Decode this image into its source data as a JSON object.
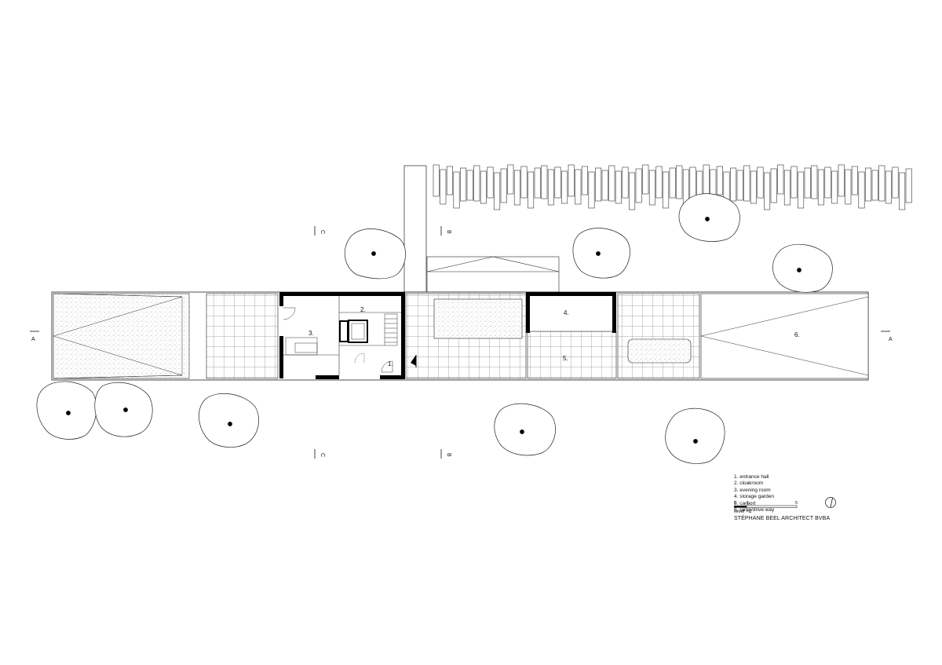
{
  "rooms": {
    "r1": "1.",
    "r2": "2.",
    "r3": "3.",
    "r4": "4.",
    "r5": "5.",
    "r6": "6."
  },
  "sections": {
    "a": "A",
    "b": "B",
    "c": "C"
  },
  "legend": [
    "1. entrance hall",
    "2. cloakroom",
    "3. evening room",
    "4. storage garden",
    "5. carport",
    "6. ramp/drive way"
  ],
  "scale": {
    "start": "0",
    "mid": "1",
    "end": "5"
  },
  "level": "level +1",
  "office": "STÉPHANE BEEL ARCHITECT BVBA",
  "colors": {
    "ink": "#111111",
    "stipple": "#9a9a9a",
    "wall": "#000000"
  }
}
